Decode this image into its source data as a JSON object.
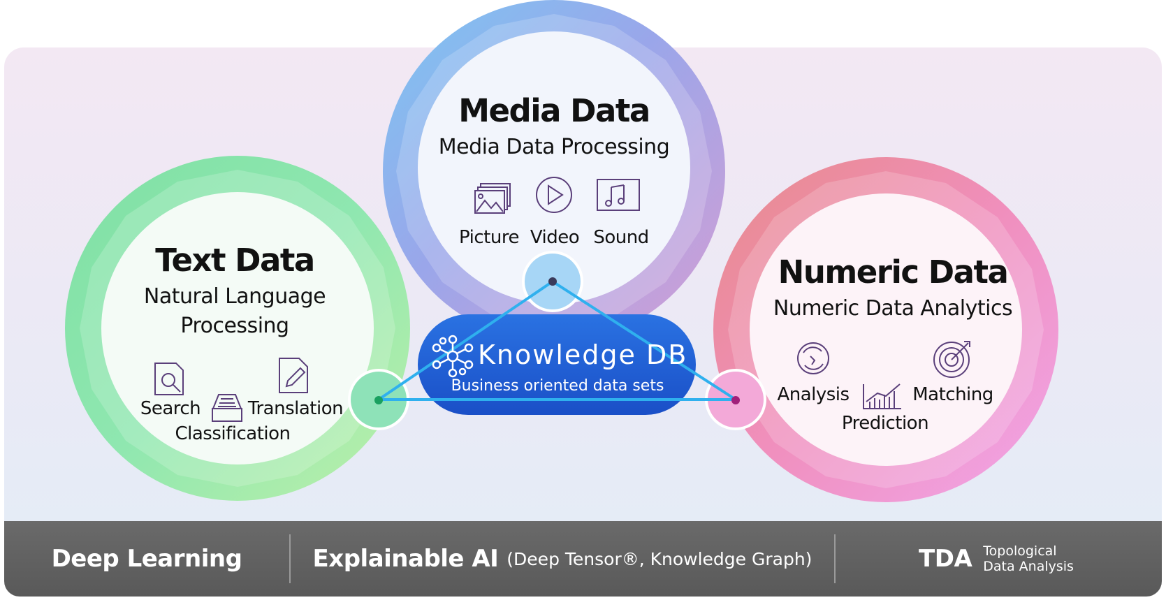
{
  "circles": {
    "media": {
      "title": "Media Data",
      "subtitle": "Media Data Processing",
      "items": [
        {
          "label": "Picture",
          "icon": "picture-icon"
        },
        {
          "label": "Video",
          "icon": "video-play-icon"
        },
        {
          "label": "Sound",
          "icon": "music-note-icon"
        }
      ]
    },
    "text": {
      "title": "Text Data",
      "subtitle_line1": "Natural Language",
      "subtitle_line2": "Processing",
      "items": [
        {
          "label": "Search",
          "icon": "document-search-icon"
        },
        {
          "label": "Translation",
          "icon": "document-pen-icon"
        },
        {
          "label": "Classification",
          "icon": "file-tray-icon"
        }
      ]
    },
    "numeric": {
      "title": "Numeric Data",
      "subtitle": "Numeric Data Analytics",
      "items": [
        {
          "label": "Analysis",
          "icon": "cycle-analysis-icon"
        },
        {
          "label": "Matching",
          "icon": "target-icon"
        },
        {
          "label": "Prediction",
          "icon": "chart-trend-icon"
        }
      ]
    }
  },
  "knowledge_db": {
    "title": "Knowledge DB",
    "subtitle": "Business oriented data sets",
    "icon": "network-hub-icon"
  },
  "bottom_bar": {
    "deep_learning": "Deep Learning",
    "explainable_ai": "Explainable AI",
    "explainable_ai_detail": "(Deep Tensor®, Knowledge Graph)",
    "tda": "TDA",
    "tda_detail_line1": "Topological",
    "tda_detail_line2": "Data Analysis"
  },
  "colors": {
    "media_ring": "#8fb6ee",
    "text_ring": "#7fe0a4",
    "numeric_ring": "#f07fb0",
    "knowledge_db": "#1f5fd6",
    "connector": "#2fb0ee",
    "bottom_bar": "#5f5f5f"
  }
}
